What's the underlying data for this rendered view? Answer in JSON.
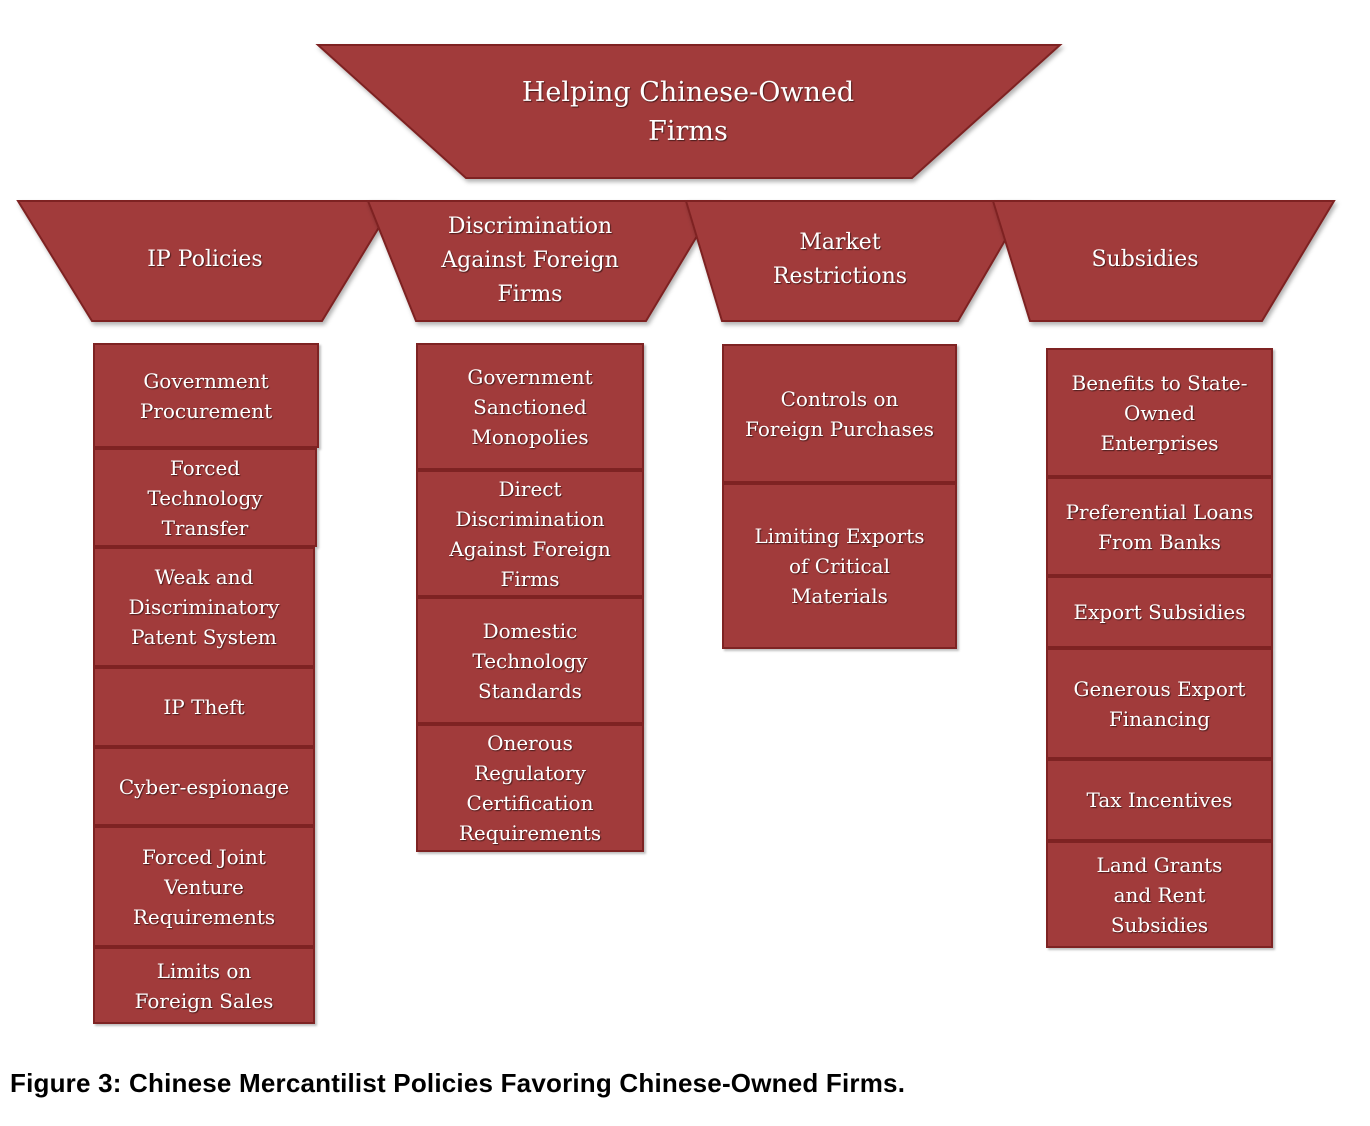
{
  "colors": {
    "fill": "#a13b3b",
    "border": "#7e2323",
    "text": "#ffffff"
  },
  "top": {
    "title": "Helping Chinese-Owned\nFirms"
  },
  "categories": [
    {
      "title": "IP Policies",
      "items": [
        "Government\nProcurement",
        "Forced\nTechnology\nTransfer",
        "Weak and\nDiscriminatory\nPatent System",
        "IP Theft",
        "Cyber-espionage",
        "Forced Joint\nVenture\nRequirements",
        "Limits on\nForeign Sales"
      ]
    },
    {
      "title": "Discrimination\nAgainst Foreign\nFirms",
      "items": [
        "Government\nSanctioned\nMonopolies",
        "Direct\nDiscrimination\nAgainst Foreign\nFirms",
        "Domestic\nTechnology\nStandards",
        "Onerous\nRegulatory\nCertification\nRequirements"
      ]
    },
    {
      "title": "Market\nRestrictions",
      "items": [
        "Controls on\nForeign Purchases",
        "Limiting Exports\nof Critical\nMaterials"
      ]
    },
    {
      "title": "Subsidies",
      "items": [
        "Benefits to State-\nOwned\nEnterprises",
        "Preferential Loans\nFrom Banks",
        "Export Subsidies",
        "Generous Export\nFinancing",
        "Tax Incentives",
        "Land Grants\nand Rent\nSubsidies"
      ]
    }
  ],
  "caption": "Figure 3: Chinese Mercantilist Policies Favoring Chinese-Owned Firms."
}
